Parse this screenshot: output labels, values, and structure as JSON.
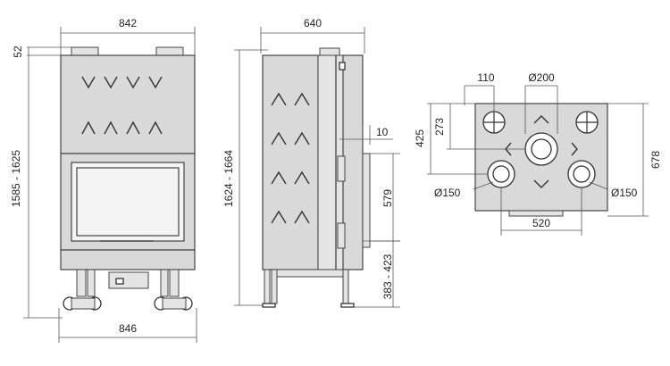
{
  "drawing": {
    "front_view": {
      "top_width": "842",
      "bottom_width": "846",
      "collar_height": "52",
      "overall_height": "1585 - 1625"
    },
    "side_view": {
      "depth": "640",
      "overall_height": "1624 - 1664",
      "offset": "10",
      "door_height": "579",
      "leg_height": "383 - 423"
    },
    "top_view": {
      "center_outlet": "Ø200",
      "left_outlet": "Ø150",
      "right_outlet": "Ø150",
      "offset_110": "110",
      "depth_273": "273",
      "depth_425": "425",
      "depth_678": "678",
      "spacing_520": "520"
    }
  }
}
